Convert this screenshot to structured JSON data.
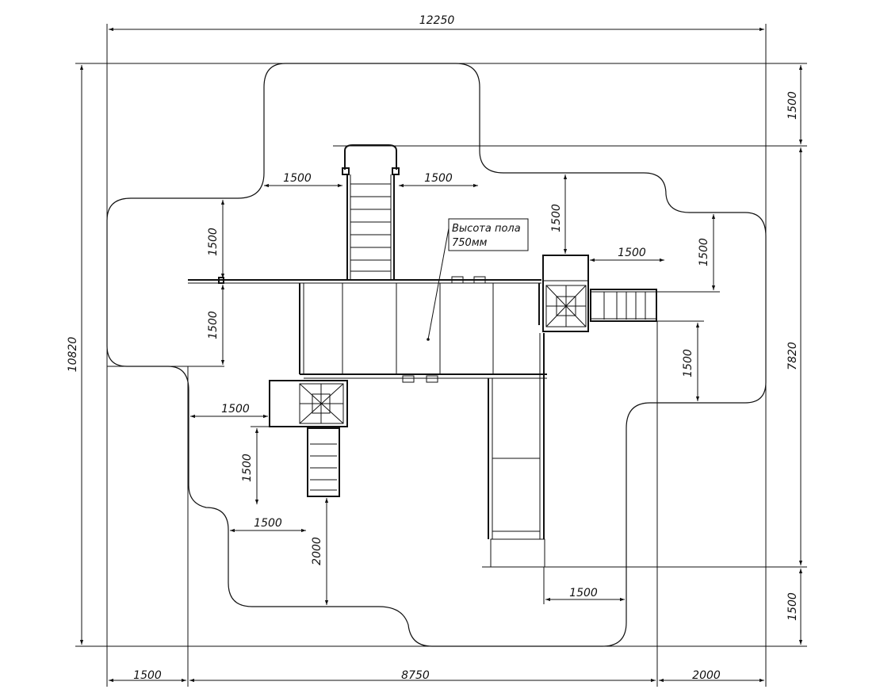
{
  "dimensions": {
    "overall_width": "12250",
    "overall_height": "10820",
    "bottom_left": "1500",
    "bottom_mid": "8750",
    "bottom_right": "2000",
    "right_top": "1500",
    "right_mid": "7820",
    "right_bottom": "1500",
    "ladder_left": "1500",
    "ladder_right": "1500",
    "upper_left_gap_1": "1500",
    "upper_left_gap_2": "1500",
    "right_tower_top": "1500",
    "right_tower_side": "1500",
    "right_tower_gap": "1500",
    "right_stair_gap": "1500",
    "left_tower_side": "1500",
    "left_tower_below": "1500",
    "left_stair_side": "1500",
    "left_stair_below": "2000",
    "slide_below": "1500"
  },
  "note": {
    "line1": "Высота пола",
    "line2": "750мм"
  }
}
